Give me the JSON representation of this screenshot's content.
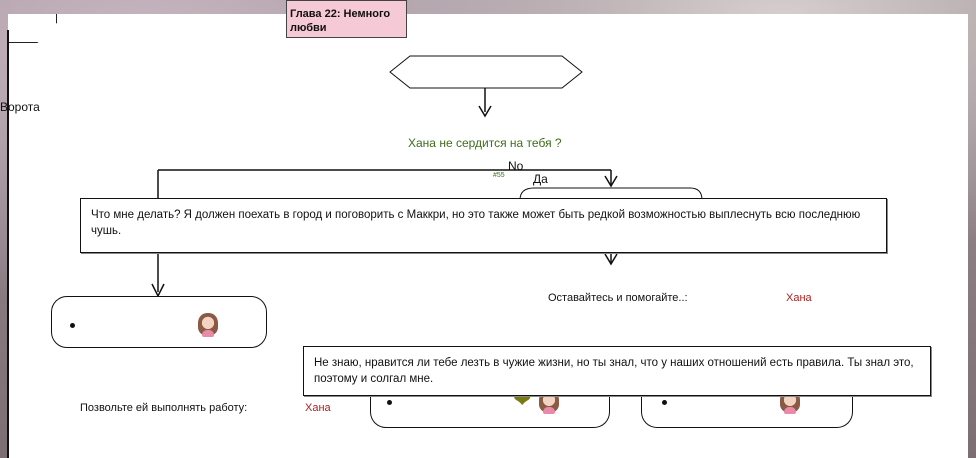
{
  "chapter": {
    "title": "Глава 22: Немного любви"
  },
  "flow": {
    "gate_label": "Ворота",
    "question": "Хана не сердится на тебя ?",
    "branch_no": "No",
    "branch_yes": "Да",
    "node_ref": "#55",
    "stay_text": "Оставайтесь и помогайте..:",
    "stay_character": "Хана",
    "allow_text": "Позвольте ей выполнять работу:",
    "allow_character": "Хана"
  },
  "dialogs": {
    "first": "Что мне делать? Я должен поехать в город и поговорить с Маккри, но это также может быть редкой возможностью выплеснуть всю последнюю чушь.",
    "second": "Не знаю, нравится ли тебе лезть в чужие жизни, но ты знал, что у наших отношений есть правила. Ты знал это, поэтому и солгал мне."
  },
  "icons": {
    "avatar": "hana-avatar-icon",
    "heart": "broken-heart-icon",
    "bullet": "bullet-icon"
  },
  "colors": {
    "question": "#3d6e19",
    "character": "#b02020",
    "chapter_bg": "#f5c9d6"
  }
}
